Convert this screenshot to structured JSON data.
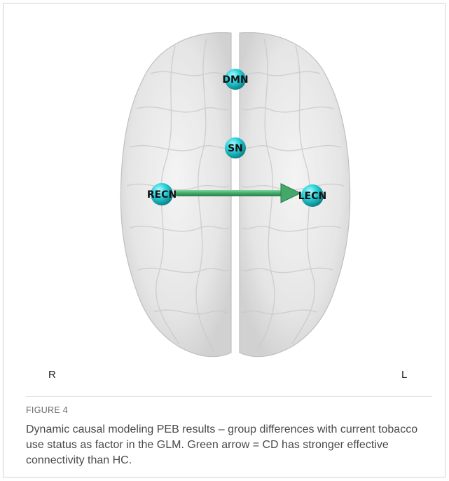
{
  "figure": {
    "nodes": [
      {
        "id": "dmn",
        "label": "DMN"
      },
      {
        "id": "sn",
        "label": "SN"
      },
      {
        "id": "recn",
        "label": "RECN"
      },
      {
        "id": "lecn",
        "label": "LECN"
      }
    ],
    "edge": {
      "from": "RECN",
      "to": "LECN",
      "color": "#43a86a"
    },
    "node_color": "#2ad4dc",
    "orientation": {
      "right": "R",
      "left": "L"
    }
  },
  "caption": {
    "label": "FIGURE 4",
    "text": "Dynamic causal modeling PEB results – group differences with current tobacco use status as factor in the GLM. Green arrow = CD has stronger effective connectivity than HC."
  }
}
